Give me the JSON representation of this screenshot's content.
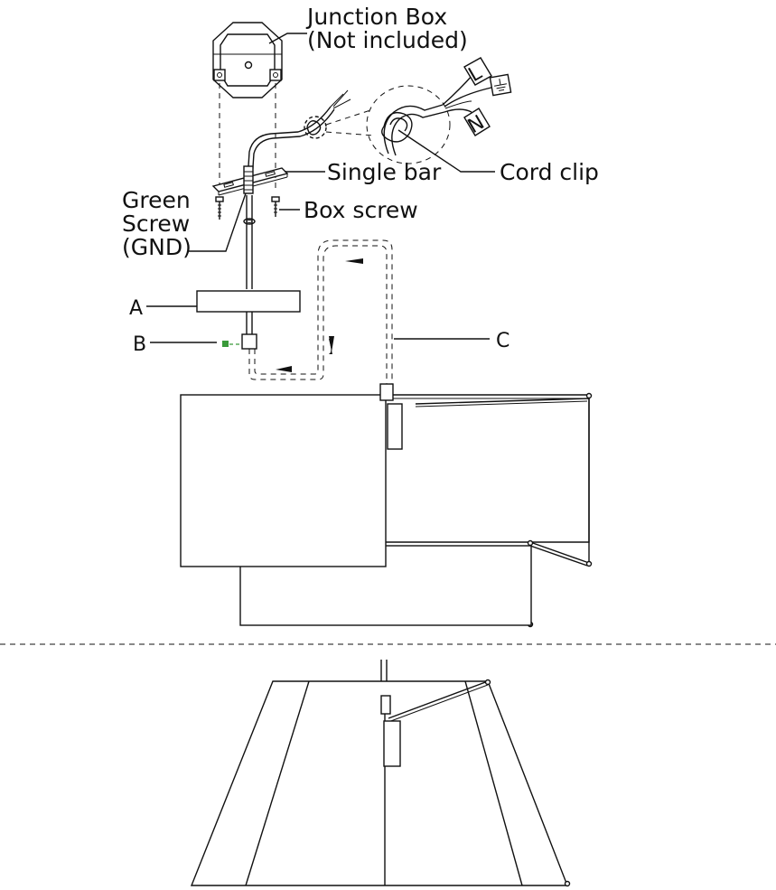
{
  "labels": {
    "junction_box_line1": "Junction Box",
    "junction_box_line2": "(Not included)",
    "single_bar": "Single bar",
    "cord_clip": "Cord clip",
    "box_screw": "Box screw",
    "green_screw_line1": "Green",
    "green_screw_line2": "Screw",
    "green_screw_line3": "(GND)",
    "part_a": "A",
    "part_b": "B",
    "part_c": "C",
    "wire_l": "L",
    "wire_n": "N"
  },
  "colors": {
    "line": "#111111",
    "ground": "#3a9a3a",
    "background": "#ffffff"
  },
  "icons": {
    "ground_symbol": "ground-icon"
  }
}
